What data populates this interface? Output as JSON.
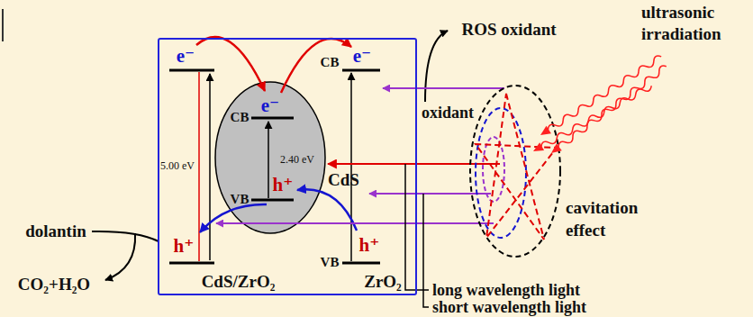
{
  "diagram": {
    "nodes": [
      {
        "text": [
          "CdS/ZrO₂"
        ]
      },
      {
        "text": [
          "CdS"
        ],
        "in": 0
      }
    ],
    "labels": [
      "ultrasonic irradiation",
      "ROS oxidant",
      "e⁻",
      "e⁻",
      "CB",
      "e⁻",
      "oxidant",
      "CB",
      "5.00 eV",
      "2.40 eV",
      "h⁺",
      "VB",
      "cavitation effect",
      "dolantin",
      "h⁺",
      "h⁺",
      "VB",
      "ZrO₂",
      "CO₂+H₂O",
      "long wavelength light",
      "short wavelength light"
    ]
  }
}
